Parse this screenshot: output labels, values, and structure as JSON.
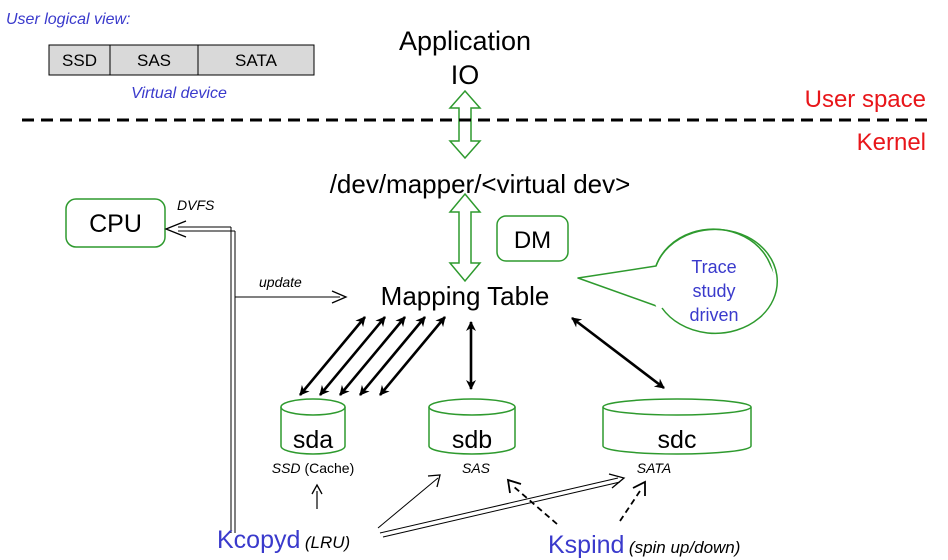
{
  "user_view": {
    "title": "User logical view:",
    "segments": [
      "SSD",
      "SAS",
      "SATA"
    ],
    "caption": "Virtual device"
  },
  "application": {
    "line1": "Application",
    "line2": "IO"
  },
  "space_labels": {
    "user": "User space",
    "kernel": "Kernel"
  },
  "mapper_path": "/dev/mapper/<virtual dev>",
  "cpu": {
    "label": "CPU",
    "dvfs": "DVFS"
  },
  "dm": "DM",
  "update_label": "update",
  "mapping_table": "Mapping Table",
  "trace_bubble": [
    "Trace",
    "study",
    "driven"
  ],
  "disks": [
    {
      "name": "sda",
      "type": "SSD",
      "note": "(Cache)"
    },
    {
      "name": "sdb",
      "type": "SAS",
      "note": ""
    },
    {
      "name": "sdc",
      "type": "SATA",
      "note": ""
    }
  ],
  "kcopyd": {
    "name": "Kcopyd",
    "note": "(LRU)"
  },
  "kspind": {
    "name": "Kspind",
    "note": "(spin up/down)"
  },
  "colors": {
    "green": "#2e9a2e",
    "blue_text": "#3a3acc",
    "red_text": "#e8161a",
    "black": "#000000"
  }
}
